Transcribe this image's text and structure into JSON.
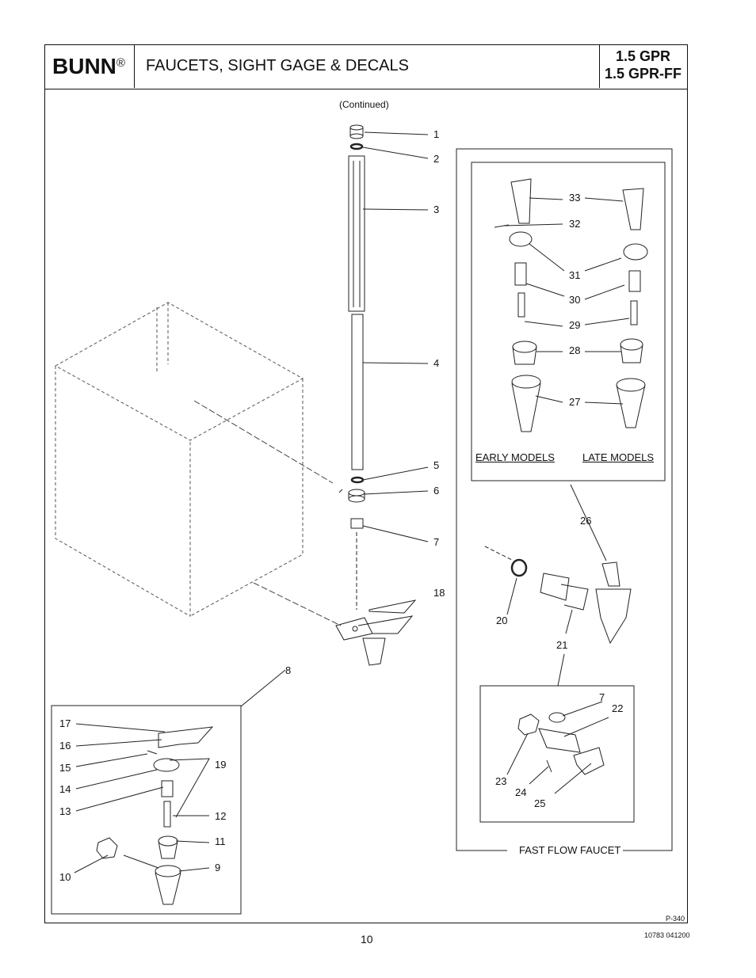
{
  "header": {
    "brand": "BUNN",
    "registered": "®",
    "title": "FAUCETS, SIGHT GAGE & DECALS",
    "model_line1": "1.5 GPR",
    "model_line2": "1.5 GPR-FF"
  },
  "continued": "(Continued)",
  "callouts": [
    "1",
    "2",
    "3",
    "4",
    "5",
    "6",
    "7",
    "18",
    "8",
    "26",
    "20",
    "21",
    "33",
    "32",
    "31",
    "30",
    "29",
    "28",
    "27",
    "7",
    "22",
    "23",
    "24",
    "25",
    "17",
    "16",
    "15",
    "14",
    "13",
    "19",
    "12",
    "11",
    "10",
    "9"
  ],
  "labels": {
    "early_models": "EARLY MODELS",
    "late_models": "LATE MODELS",
    "fast_flow_faucet": "FAST FLOW FAUCET"
  },
  "footer": {
    "drawing_id": "P-340",
    "page_number": "10",
    "doc_code": "10783 041200"
  }
}
